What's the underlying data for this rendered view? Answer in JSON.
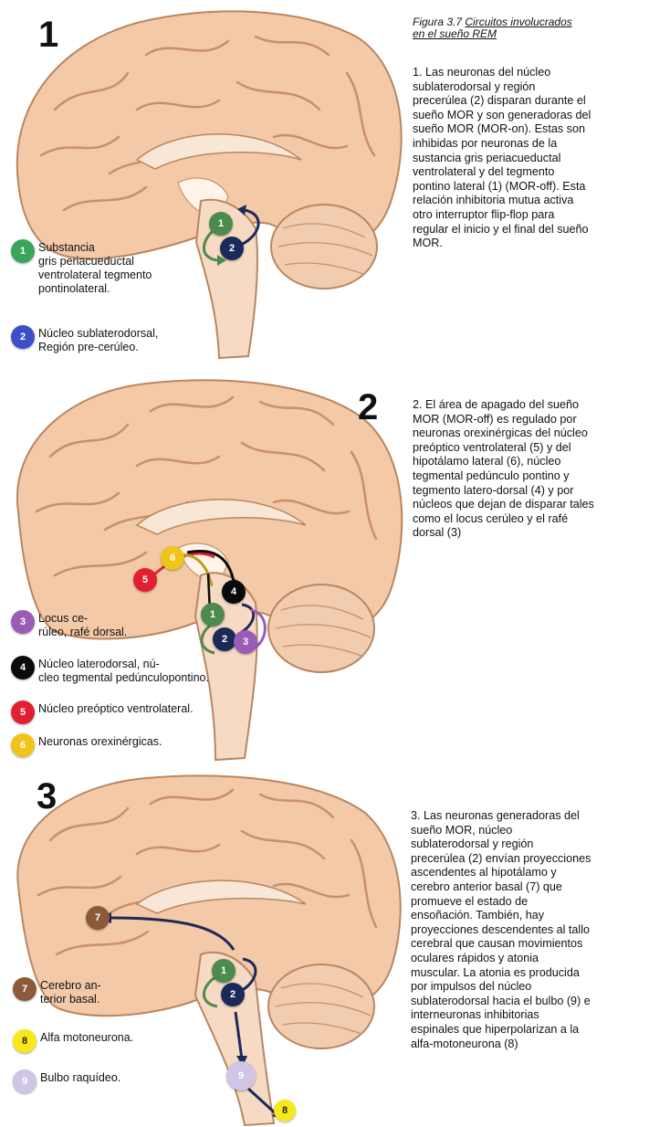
{
  "caption": {
    "prefix": "Figura 3.7 ",
    "title_line1": "Circuitos involucrados",
    "title_line2": "en el sueño REM"
  },
  "colors": {
    "brain_fill": "#f3c9a8",
    "brain_stroke": "#b98660",
    "gyri": "#c98f68",
    "cerebellum": "#f2ccae",
    "n1": "#4c8a4e",
    "n2": "#1c2a5a",
    "n3": "#9a5cb6",
    "n4": "#0b0b0b",
    "n5": "#e02030",
    "n6": "#f0c419",
    "n7": "#8a5a3a",
    "n8": "#f7e81a",
    "n9": "#cfc6e6",
    "legend1": "#3aa55a",
    "legend2": "#3d4ec8"
  },
  "panels": [
    {
      "number": "1",
      "description": "1. Las neuronas del núcleo\nsublaterodorsal y región\nprecerúlea (2) disparan durante el\nsueño MOR y son generadoras del\nsueño MOR (MOR-on). Estas son\ninhibidas por neuronas de la\nsustancia gris periacueductal\nventrolateral y del tegmento\npontino lateral (1) (MOR-off). Esta\nrelación inhibitoria mutua activa\notro interruptor flip-flop para\nregular el inicio y el final del sueño\nMOR.",
      "legend": [
        {
          "num": "1",
          "text": "Substancia\ngris periacueductal\nventrolateral tegmento\npontinolateral."
        },
        {
          "num": "2",
          "text": "Núcleo sublaterodorsal,\nRegión pre-cerúleo."
        }
      ],
      "nodes": [
        "1",
        "2"
      ]
    },
    {
      "number": "2",
      "description": "2. El área de apagado del sueño\nMOR (MOR-off) es regulado por\nneuronas orexinérgicas del núcleo\npreóptico ventrolateral (5) y del\nhipotálamo lateral (6), núcleo\ntegmental pedúnculo pontino y\ntegmento latero-dorsal  (4) y por\nnúcleos que dejan de disparar tales\ncomo  el locus cerúleo y el rafé\ndorsal (3)",
      "legend": [
        {
          "num": "3",
          "text": "Locus ce-\nrúleo, rafé dorsal."
        },
        {
          "num": "4",
          "text": "Núcleo laterodorsal, nú-\ncleo tegmental pedúnculopontino."
        },
        {
          "num": "5",
          "text": "Núcleo preóptico ventrolateral."
        },
        {
          "num": "6",
          "text": "Neuronas orexinérgicas."
        }
      ],
      "nodes": [
        "1",
        "2",
        "3",
        "4",
        "5",
        "6"
      ]
    },
    {
      "number": "3",
      "description": "3. Las neuronas generadoras del\nsueño MOR, núcleo\nsublaterodorsal y región\nprecerúlea (2) envían proyecciones\nascendentes al hipotálamo y\ncerebro anterior basal (7) que\npromueve el estado de\nensoñación. También, hay\nproyecciones descendentes al tallo\ncerebral que causan movimientos\noculares rápidos y atonia\nmuscular. La atonia es  producida\npor impulsos del núcleo\nsublaterodorsal hacia el bulbo (9)  e\ninterneuronas inhibitorias\nespinales que hiperpolarizan a la\nalfa-motoneurona (8)",
      "legend": [
        {
          "num": "7",
          "text": "Cerebro an-\nterior basal."
        },
        {
          "num": "8",
          "text": "Alfa motoneurona."
        },
        {
          "num": "9",
          "text": "Bulbo raquídeo."
        }
      ],
      "nodes": [
        "1",
        "2",
        "7",
        "8",
        "9"
      ]
    }
  ]
}
